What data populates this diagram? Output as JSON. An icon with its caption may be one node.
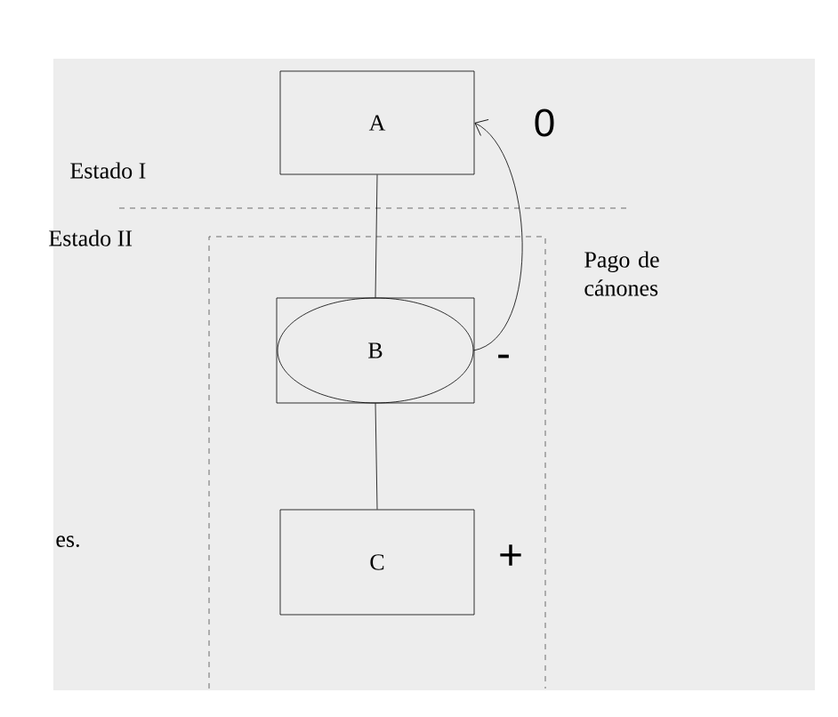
{
  "diagram": {
    "nodes": [
      {
        "text": [
          "A"
        ],
        "beside": [
          "0"
        ]
      },
      {
        "text": [
          "Estado II"
        ]
      },
      {
        "text": [],
        "shape": "box",
        "in": 1,
        "beside": [
          "-"
        ]
      },
      {
        "text": [
          "B"
        ],
        "in": 2
      },
      {
        "text": [
          "C"
        ],
        "in": 1,
        "beside": [
          "+"
        ]
      }
    ],
    "edges": [
      {
        "from": 0,
        "to": 2,
        "arrow": "none"
      },
      {
        "from": 2,
        "to": 4,
        "arrow": "none"
      },
      {
        "from": 3,
        "to": 0,
        "arrow": "to"
      }
    ],
    "labels": [
      "Estado I",
      "Pago de cánones",
      "es."
    ]
  }
}
